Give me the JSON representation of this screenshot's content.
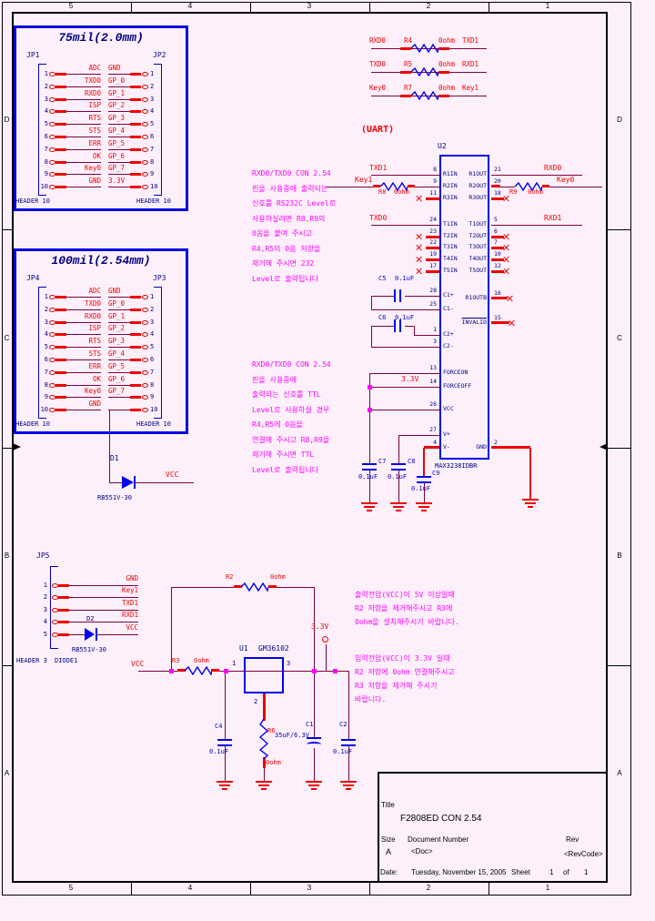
{
  "sheet": {
    "zones_h": [
      "5",
      "4",
      "3",
      "2",
      "1"
    ],
    "zones_v": [
      "D",
      "C",
      "B",
      "A"
    ]
  },
  "block1": {
    "title": "75mil(2.0mm)",
    "left_ref": "JP1",
    "right_ref": "JP2",
    "pins": [
      "1",
      "2",
      "3",
      "4",
      "5",
      "6",
      "7",
      "8",
      "9",
      "10"
    ],
    "left_labels": [
      "ADC",
      "TXD0",
      "RXD0",
      "ISP",
      "RTS",
      "STS",
      "ERR",
      "OK",
      "Key0",
      "GND"
    ],
    "right_labels": [
      "GND",
      "GP_0",
      "GP_1",
      "GP_2",
      "GP_3",
      "GP_4",
      "GP_5",
      "GP_6",
      "GP_7",
      "3.3V"
    ],
    "left_footer": "HEADER 10",
    "right_footer": "HEADER 10"
  },
  "block2": {
    "title": "100mil(2.54mm)",
    "left_ref": "JP4",
    "right_ref": "JP3",
    "pins": [
      "1",
      "2",
      "3",
      "4",
      "5",
      "6",
      "7",
      "8",
      "9",
      "10"
    ],
    "left_labels": [
      "ADC",
      "TXD0",
      "RXD0",
      "ISP",
      "RTS",
      "STS",
      "ERR",
      "OK",
      "Key0",
      "GND"
    ],
    "right_labels": [
      "GND",
      "GP_0",
      "GP_1",
      "GP_2",
      "GP_3",
      "GP_4",
      "GP_5",
      "GP_6",
      "GP_7",
      ""
    ],
    "left_footer": "HEADER 10",
    "right_footer": "HEADER 10"
  },
  "links": [
    {
      "left": "RXD0",
      "ref": "R4",
      "value": "0ohm",
      "right": "TXD1"
    },
    {
      "left": "TXD0",
      "ref": "R5",
      "value": "0ohm",
      "right": "RXD1"
    },
    {
      "left": "Key0",
      "ref": "R7",
      "value": "0ohm",
      "right": "Key1"
    }
  ],
  "uart": {
    "section": "(UART)",
    "ref": "U2",
    "part": "MAX3238IDBR",
    "left_pins": [
      {
        "num": "8",
        "name": "R1IN"
      },
      {
        "num": "9",
        "name": "R2IN"
      },
      {
        "num": "11",
        "name": "R3IN"
      },
      {
        "num": "24",
        "name": "T1IN"
      },
      {
        "num": "23",
        "name": "T2IN"
      },
      {
        "num": "22",
        "name": "T3IN"
      },
      {
        "num": "19",
        "name": "T4IN"
      },
      {
        "num": "17",
        "name": "T5IN"
      },
      {
        "num": "28",
        "name": "C1+"
      },
      {
        "num": "25",
        "name": "C1-"
      },
      {
        "num": "1",
        "name": "C2+"
      },
      {
        "num": "3",
        "name": "C2-"
      },
      {
        "num": "13",
        "name": "FORCEON"
      },
      {
        "num": "14",
        "name": "FORCEOFF"
      },
      {
        "num": "26",
        "name": "VCC"
      },
      {
        "num": "27",
        "name": "V+"
      },
      {
        "num": "4",
        "name": "V-"
      }
    ],
    "right_pins": [
      {
        "num": "21",
        "name": "R1OUT"
      },
      {
        "num": "20",
        "name": "R2OUT"
      },
      {
        "num": "18",
        "name": "R3OUT"
      },
      {
        "num": "5",
        "name": "T1OUT"
      },
      {
        "num": "6",
        "name": "T2OUT"
      },
      {
        "num": "7",
        "name": "T3OUT"
      },
      {
        "num": "10",
        "name": "T4OUT"
      },
      {
        "num": "12",
        "name": "T5OUT"
      },
      {
        "num": "16",
        "name": "R1OUTB"
      },
      {
        "num": "15",
        "name": "INVALID"
      },
      {
        "num": "2",
        "name": "GND"
      }
    ],
    "nets": {
      "txd1": "TXD1",
      "key1": "Key1",
      "txd0": "TXD0",
      "rxd0": "RXD0",
      "key0": "Key0",
      "rxd1": "RXD1",
      "v33": "3.3V"
    },
    "r8_ref": "R8",
    "r8_val": "0ohm",
    "r9_ref": "R9",
    "r9_val": "0ohm",
    "c5_ref": "C5",
    "c5_val": "0.1uF",
    "c6_ref": "C6",
    "c6_val": "0.1uF",
    "c7_ref": "C7",
    "c7_val": "0.1uF",
    "c8_ref": "C8",
    "c8_val": "0.1uF",
    "c9_ref": "C9",
    "c9_val": "0.1uF"
  },
  "d1": {
    "ref": "D1",
    "part": "RB551V-30",
    "net": "VCC"
  },
  "jp5": {
    "ref": "JP5",
    "pins": [
      "1",
      "2",
      "3",
      "4",
      "5"
    ],
    "labels": [
      "GND",
      "Key1",
      "TXD1",
      "RXD1",
      "VCC"
    ],
    "footer": "HEADER 3",
    "d2_ref": "D2",
    "d2_part": "RB551V-30",
    "d2_footer": "DIODE1"
  },
  "reg": {
    "vcc": "VCC",
    "out": "3.3V",
    "u1_ref": "U1",
    "u1_part": "GM36102",
    "pin1": "1",
    "pin2": "2",
    "pin3": "3",
    "r2_ref": "R2",
    "r2_val": "0ohm",
    "r3_ref": "R3",
    "r3_val": "0ohm",
    "r6_ref": "R6",
    "r6_val": "0ohm",
    "c4_ref": "C4",
    "c4_val": "0.1uF",
    "c1_ref": "C1",
    "c1_val": "35uF/6.3V",
    "c2_ref": "C2",
    "c2_val": "0.1uF"
  },
  "notes": {
    "a": [
      "RXD0/TXD0 CON 2.54",
      "핀을 사용중에 출력되는",
      "신호를 RS232C Level로",
      "사용하실려면 R8,R9의",
      "0옴을 붙여 주시고",
      "R4,R5의 0옴 저항을",
      "제거해 주시면 232",
      "Level로 출력됩니다"
    ],
    "b": [
      "RXD0/TXD0 CON 2.54",
      "핀을 사용중에",
      "출력되는 신호를 TTL",
      "Level로 사용하실 경우",
      "R4,R5에 0옴을",
      "연결해 주시고 R8,R9을",
      "제거해 주시면 TTL",
      "Level로 출력됩니다"
    ],
    "c": [
      "출력전압(VCC)이 5V 이상일때",
      "R2 저항을 제거해주시고 R3에",
      "0ohm을 설치해주시기 바랍니다."
    ],
    "d": [
      "입력전압(VCC)이 3.3V 일때",
      "R2 저항에 0ohm 연결해주시고",
      "R3 저항을 제거해 주시기",
      "바랍니다."
    ]
  },
  "titleblock": {
    "title_label": "Title",
    "title": "F2808ED CON 2.54",
    "size_label": "Size",
    "size": "A",
    "doc_label": "Document Number",
    "doc": "<Doc>",
    "rev_label": "Rev",
    "rev": "<RevCode>",
    "date_label": "Date:",
    "date": "Tuesday, November 15, 2005",
    "sheet_label": "Sheet",
    "sheet_no": "1",
    "of_label": "of",
    "sheet_total": "1"
  }
}
